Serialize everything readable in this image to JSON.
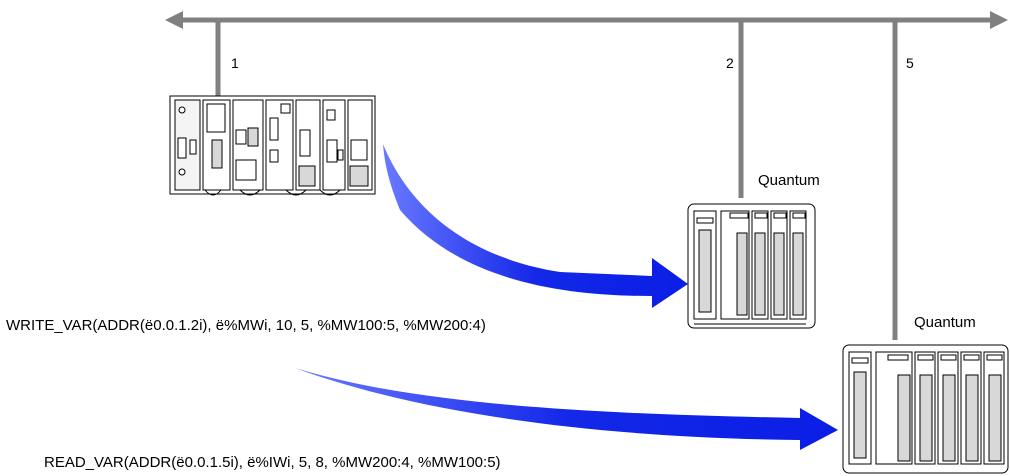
{
  "bus": {
    "color": "#808080"
  },
  "drops": [
    {
      "id": "1",
      "label": "1"
    },
    {
      "id": "2",
      "label": "2"
    },
    {
      "id": "5",
      "label": "5"
    }
  ],
  "devices": {
    "premium": {
      "name": ""
    },
    "quantum_a": {
      "name": "Quantum"
    },
    "quantum_b": {
      "name": "Quantum"
    }
  },
  "calls": {
    "write": "WRITE_VAR(ADDR(ë0.0.1.2i), ë%MWi, 10, 5, %MW100:5, %MW200:4)",
    "read": "READ_VAR(ADDR(ë0.0.1.5i), ë%IWi, 5, 8, %MW200:4, %MW100:5)"
  },
  "colors": {
    "arrow": "#0a1ee6",
    "arrow_light": "#3a4cff"
  }
}
